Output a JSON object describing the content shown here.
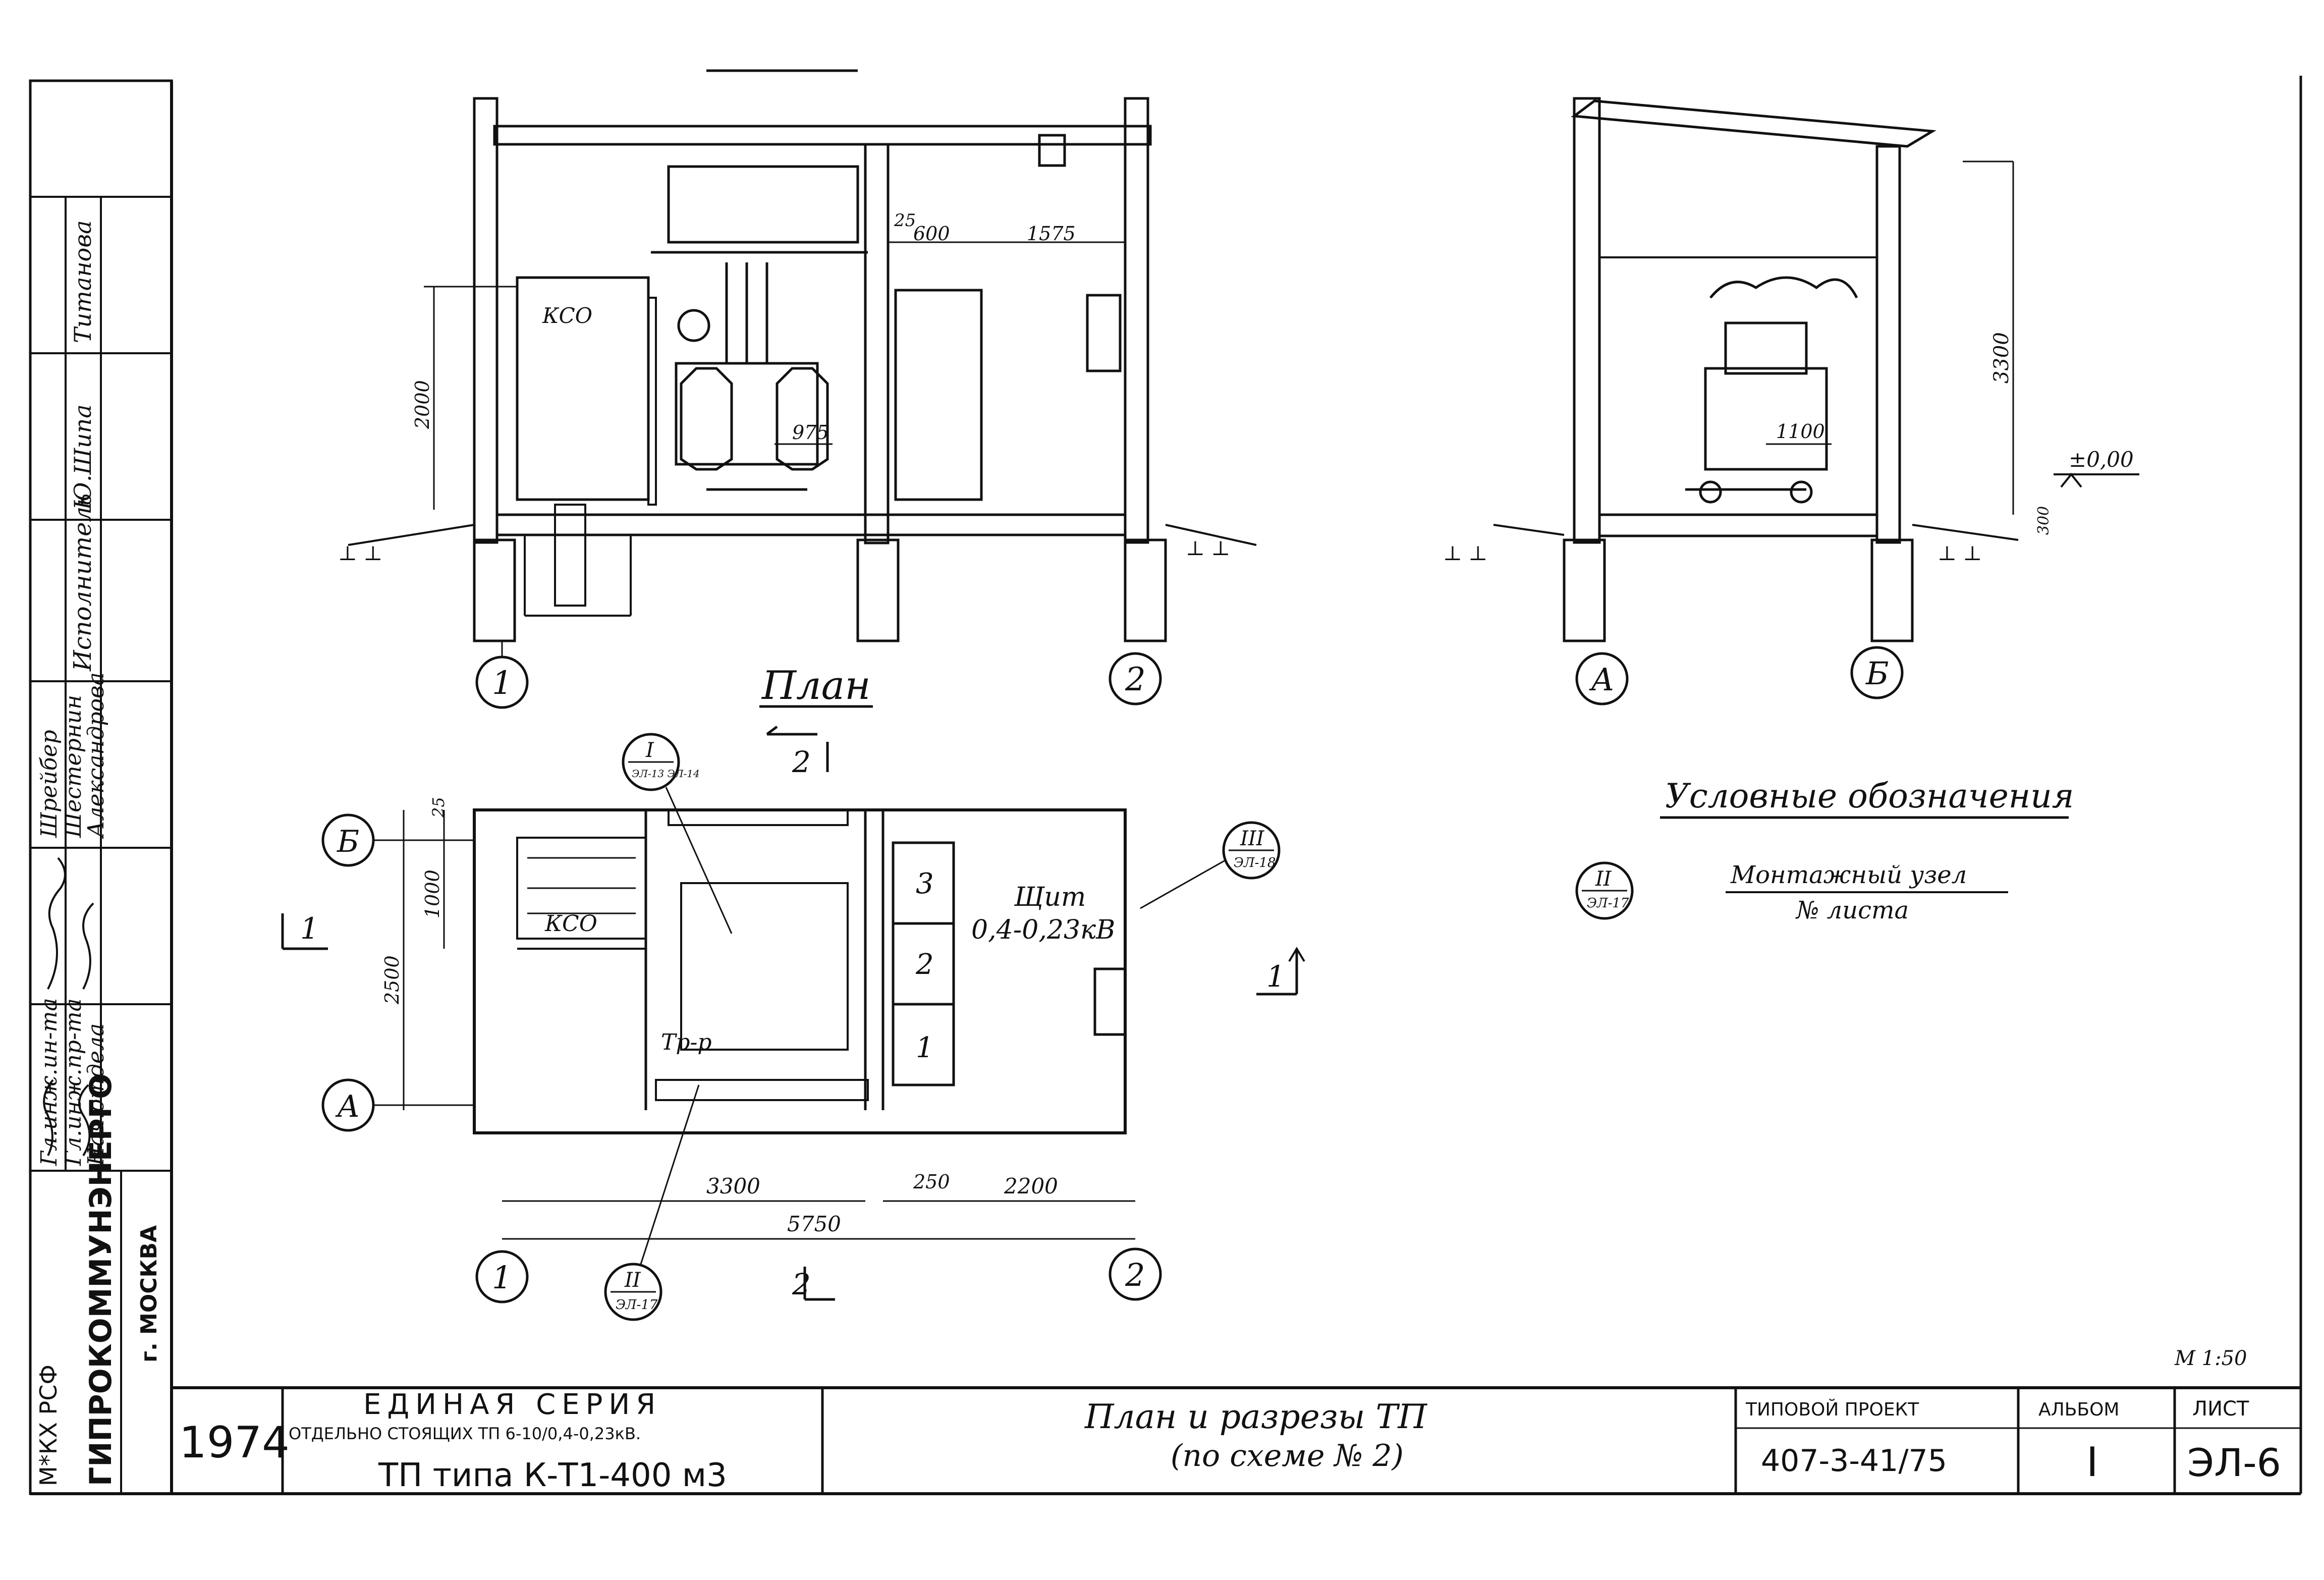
{
  "side_stamp": {
    "roles": [
      "Гл.инж.ин-та",
      "Гл.инж.пр-та",
      "Нач.отдела"
    ],
    "names": [
      "Шрейбер",
      "Шестернин",
      "Александрова"
    ],
    "executor_role": "Исполнитель",
    "executors": [
      "Ю.Шипа",
      "Титанова"
    ],
    "org_ministry": "М*КХ РСФ",
    "org_name": "ГИПРОКОММУНЭНЕРГО",
    "org_city": "г. МОСКВА"
  },
  "section_1": {
    "dims": {
      "d25": "25",
      "d600": "600",
      "d1575": "1575",
      "d2000": "2000",
      "d975": "975"
    },
    "label_kso": "КСО",
    "ground_marks": "⊥ ⊥",
    "axes": [
      "1",
      "2"
    ]
  },
  "section_2": {
    "dims": {
      "d3300": "3300",
      "d1100": "1100",
      "d300": "300"
    },
    "level_mark": "±0,00",
    "axes": [
      "А",
      "Б"
    ]
  },
  "plan": {
    "title": "План",
    "section_mark_top": "2",
    "section_mark_bottom": "2",
    "section_mark_left": "1",
    "section_mark_right": "1",
    "axes_rows": [
      "Б",
      "А"
    ],
    "axes_cols": [
      "1",
      "2"
    ],
    "dims": {
      "d25": "25",
      "d1000": "1000",
      "d2500": "2500",
      "d3300": "3300",
      "d250": "250",
      "d2200": "2200",
      "d5750": "5750"
    },
    "label_kso": "КСО",
    "label_transformer": "Тр-р",
    "panel_title": "Щит",
    "panel_voltage": "0,4-0,23кВ",
    "panel_cells": [
      "3",
      "2",
      "1"
    ],
    "callouts": [
      {
        "roman": "I",
        "ref": "ЭЛ-13 ЭЛ-14"
      },
      {
        "roman": "III",
        "ref": "ЭЛ-18"
      },
      {
        "roman": "II",
        "ref": "ЭЛ-17"
      }
    ]
  },
  "legend": {
    "title": "Условные обозначения",
    "symbol_roman": "II",
    "symbol_ref": "ЭЛ-17",
    "line1": "Монтажный узел",
    "line2": "№ листа"
  },
  "scale": "М 1:50",
  "title_block": {
    "year": "1974",
    "series": "ЕДИНАЯ СЕРИЯ",
    "series_sub": "ОТДЕЛЬНО СТОЯЩИХ ТП 6-10/0,4-0,23кВ.",
    "tp_type": "ТП типа К-Т1-400 м3",
    "drawing_title": "План и разрезы ТП",
    "drawing_sub": "(по схеме № 2)",
    "project_label": "ТИПОВОЙ ПРОЕКТ",
    "project_no": "407-3-41/75",
    "album_label": "АЛЬБОМ",
    "album_no": "I",
    "sheet_label": "ЛИСТ",
    "sheet_no": "ЭЛ-6"
  }
}
